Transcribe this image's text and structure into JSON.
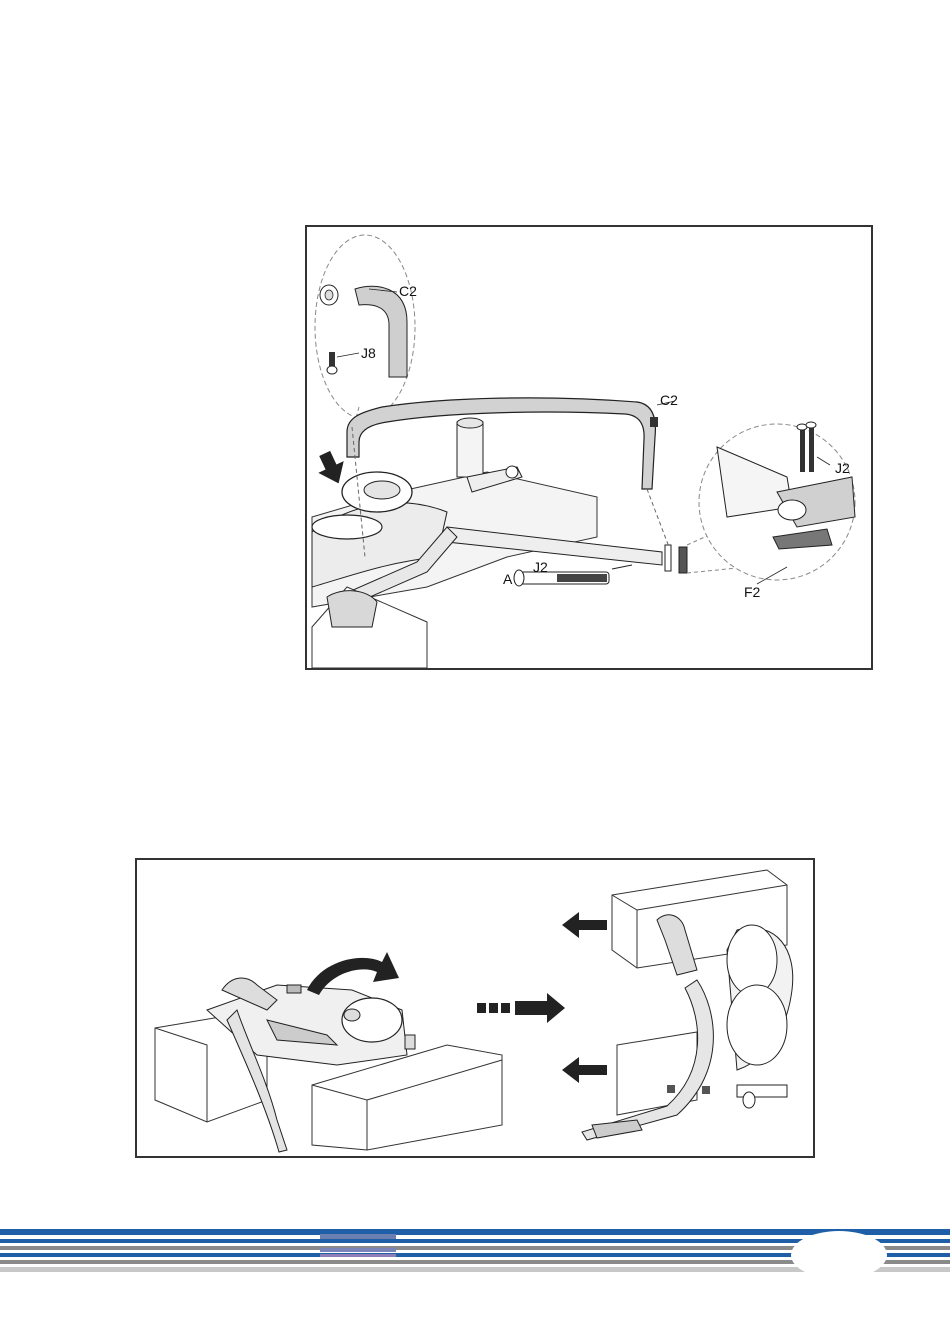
{
  "figure1": {
    "labels": {
      "c2_detail": "C2",
      "j8": "J8",
      "c2_main": "C2",
      "j2_detail": "J2",
      "a": "A",
      "j2_main": "J2",
      "f2": "F2"
    }
  },
  "figure2": {},
  "footer": {
    "page_number": "",
    "colors": {
      "blue": "#1f5fa8",
      "gray": "#8a8a8a",
      "light_gray": "#c8c8c8"
    }
  }
}
